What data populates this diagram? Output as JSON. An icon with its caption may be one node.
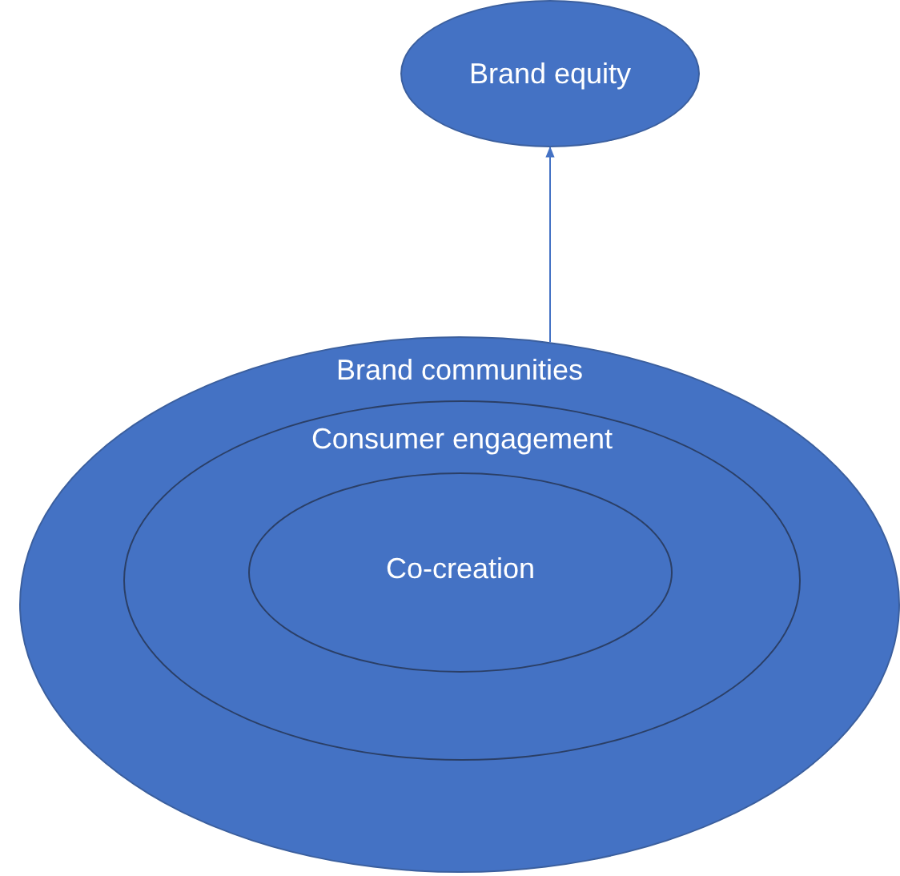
{
  "diagram": {
    "nodes": [
      {
        "text": [
          "Brand equity"
        ]
      },
      {
        "text": [
          "Brand communities"
        ]
      },
      {
        "text": [
          "Consumer engagement"
        ],
        "in": 1
      },
      {
        "text": [
          "Co-creation"
        ],
        "in": 2
      }
    ],
    "edges": [
      {
        "from": 1,
        "to": 0,
        "arrow": "to"
      }
    ]
  }
}
